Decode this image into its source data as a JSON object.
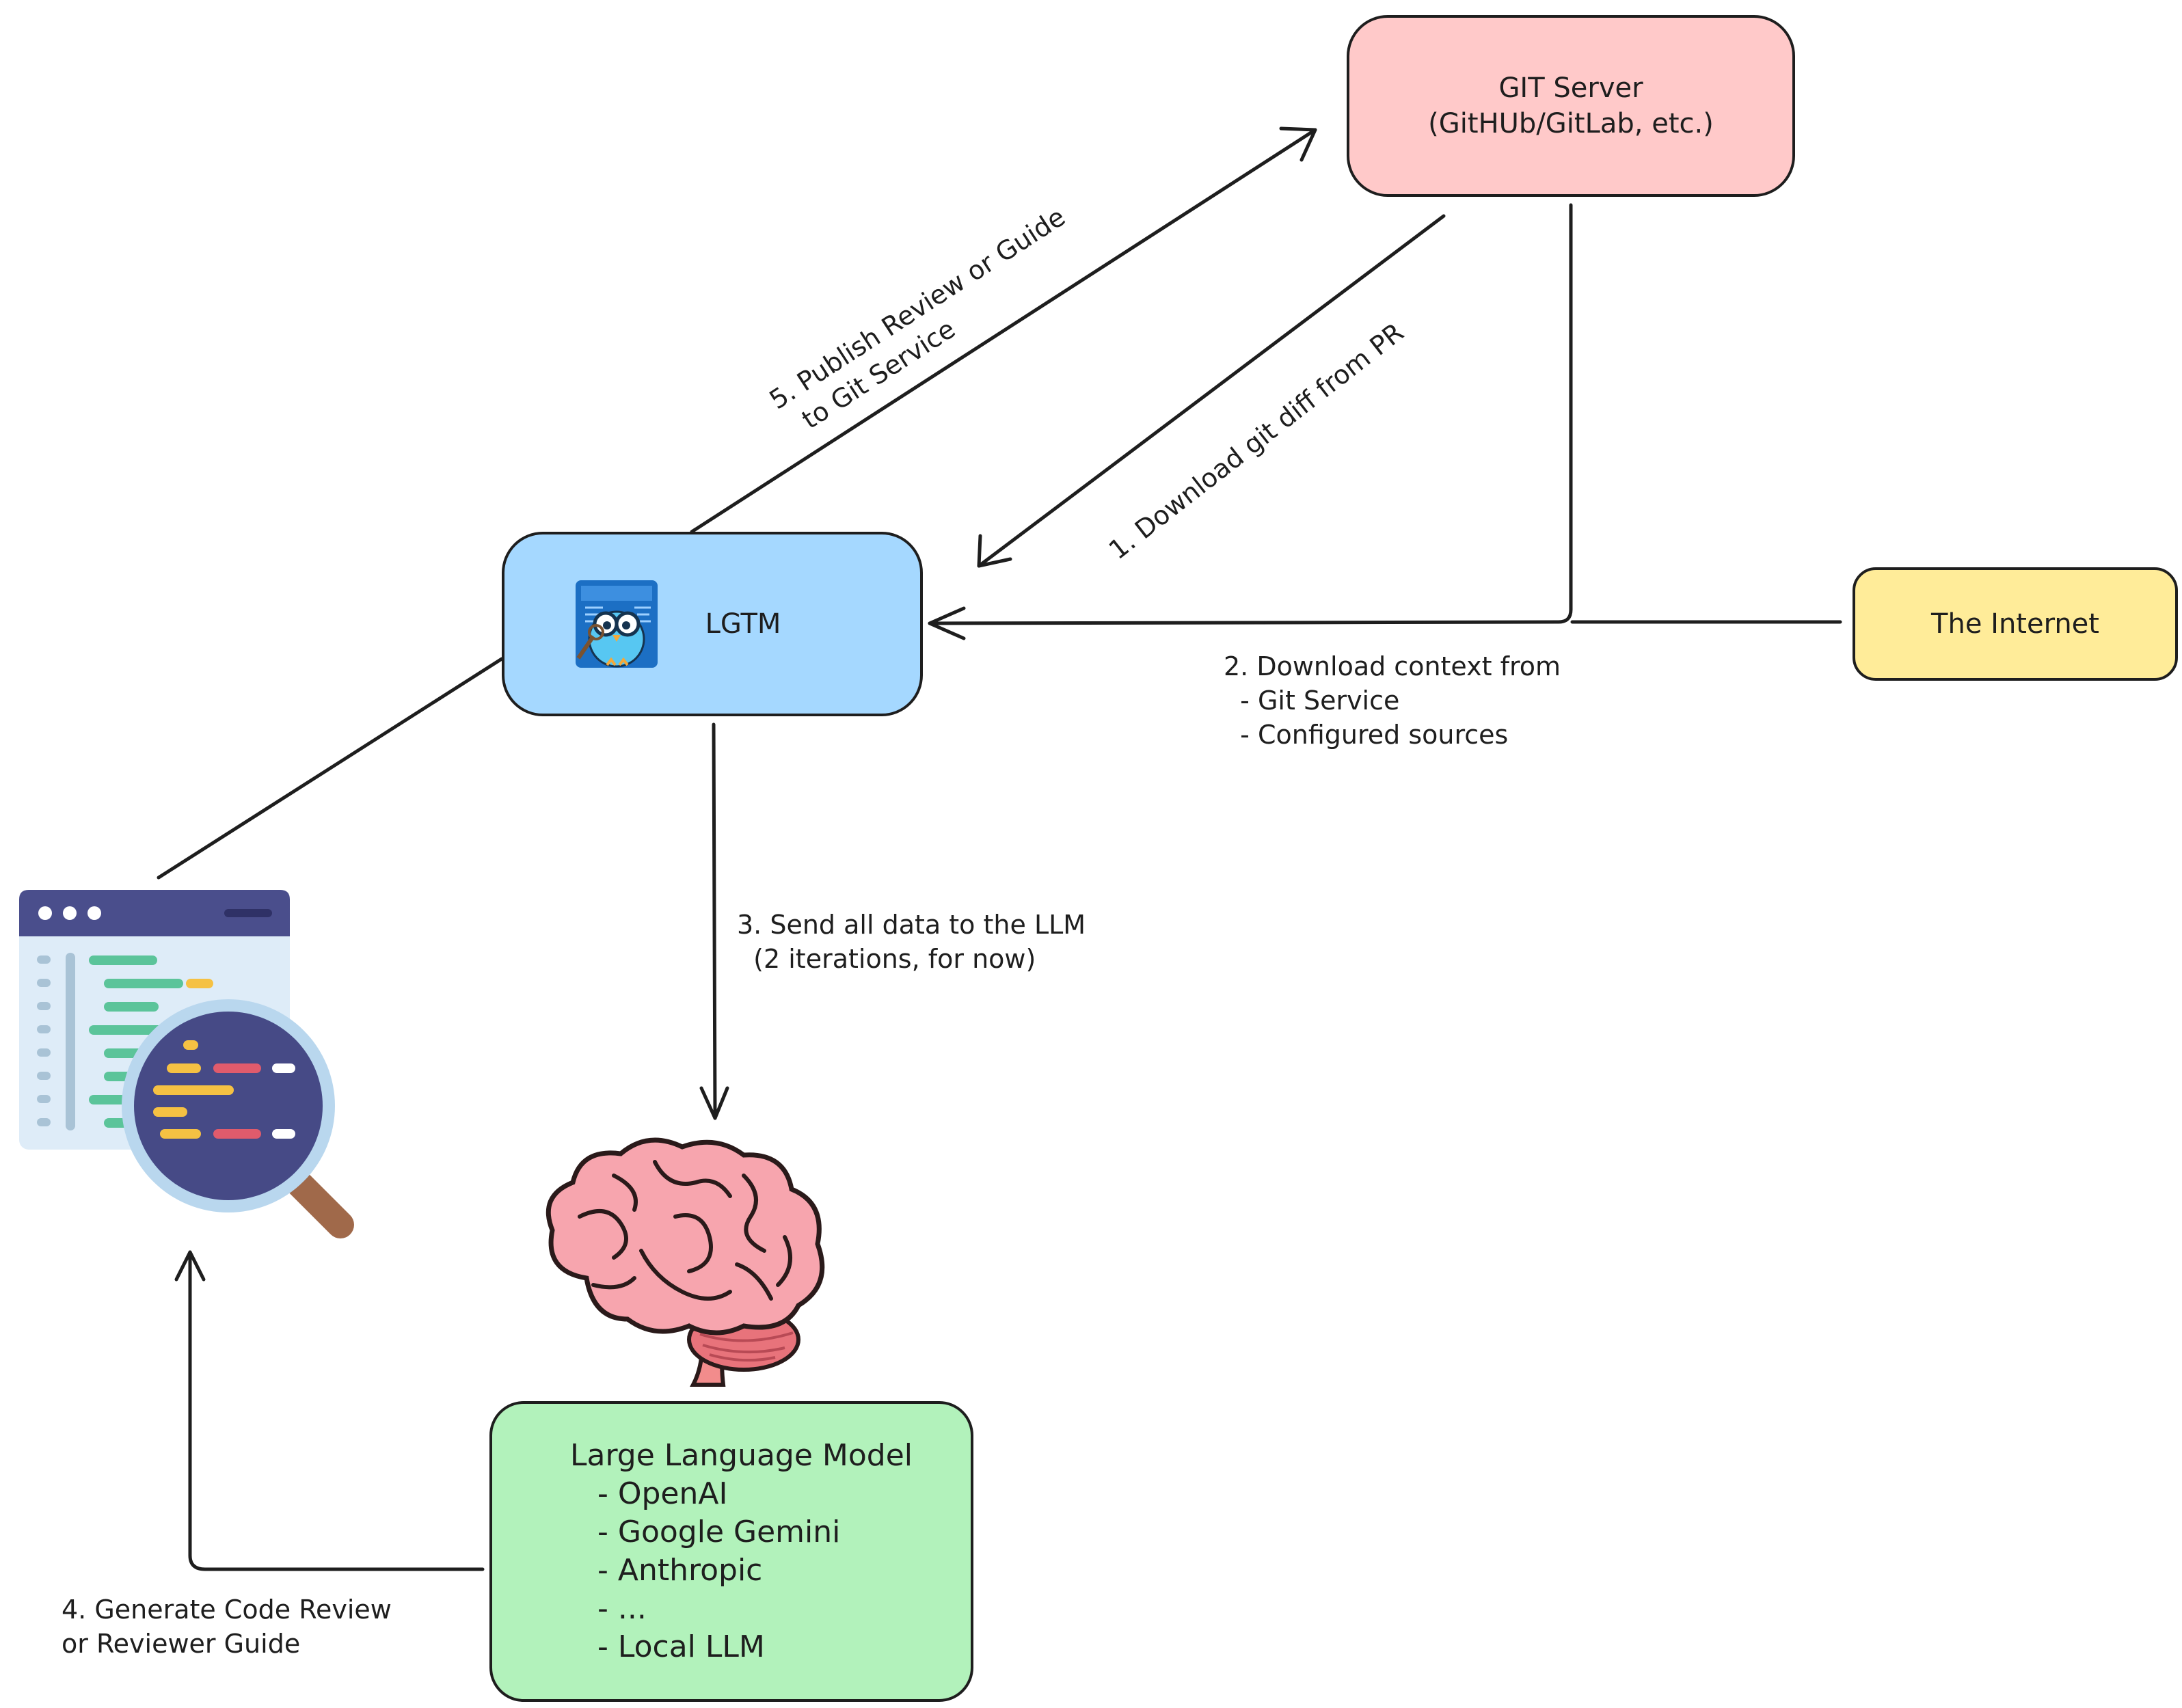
{
  "nodes": {
    "git_server": {
      "title": "GIT Server",
      "subtitle": "(GitHUb/GitLab, etc.)"
    },
    "lgtm": {
      "label": "LGTM"
    },
    "internet": {
      "label": "The Internet"
    },
    "llm": {
      "title": "Large Language Model",
      "items": [
        "- OpenAI",
        "- Google Gemini",
        "- Anthropic",
        "- ...",
        "- Local LLM"
      ]
    }
  },
  "steps": {
    "step1": "1. Download git diff from PR",
    "step2": {
      "line1": "2. Download context from",
      "line2": "- Git Service",
      "line3": "- Configured sources"
    },
    "step3": {
      "line1": "3. Send all data to the LLM",
      "line2": "(2 iterations, for now)"
    },
    "step4": {
      "line1": "4. Generate Code Review",
      "line2": "or Reviewer Guide"
    },
    "step5": {
      "line1": "5. Publish Review or Guide",
      "line2": "to Git Service"
    }
  },
  "icons": {
    "lgtm_logo": "owl-mascot-icon",
    "review": "code-review-magnifier-icon",
    "llm": "brain-icon"
  },
  "colors": {
    "git_server": "#ffc9c9",
    "lgtm": "#a5d8ff",
    "internet": "#ffec99",
    "llm": "#b2f2bb",
    "stroke": "#1e1e1e"
  }
}
